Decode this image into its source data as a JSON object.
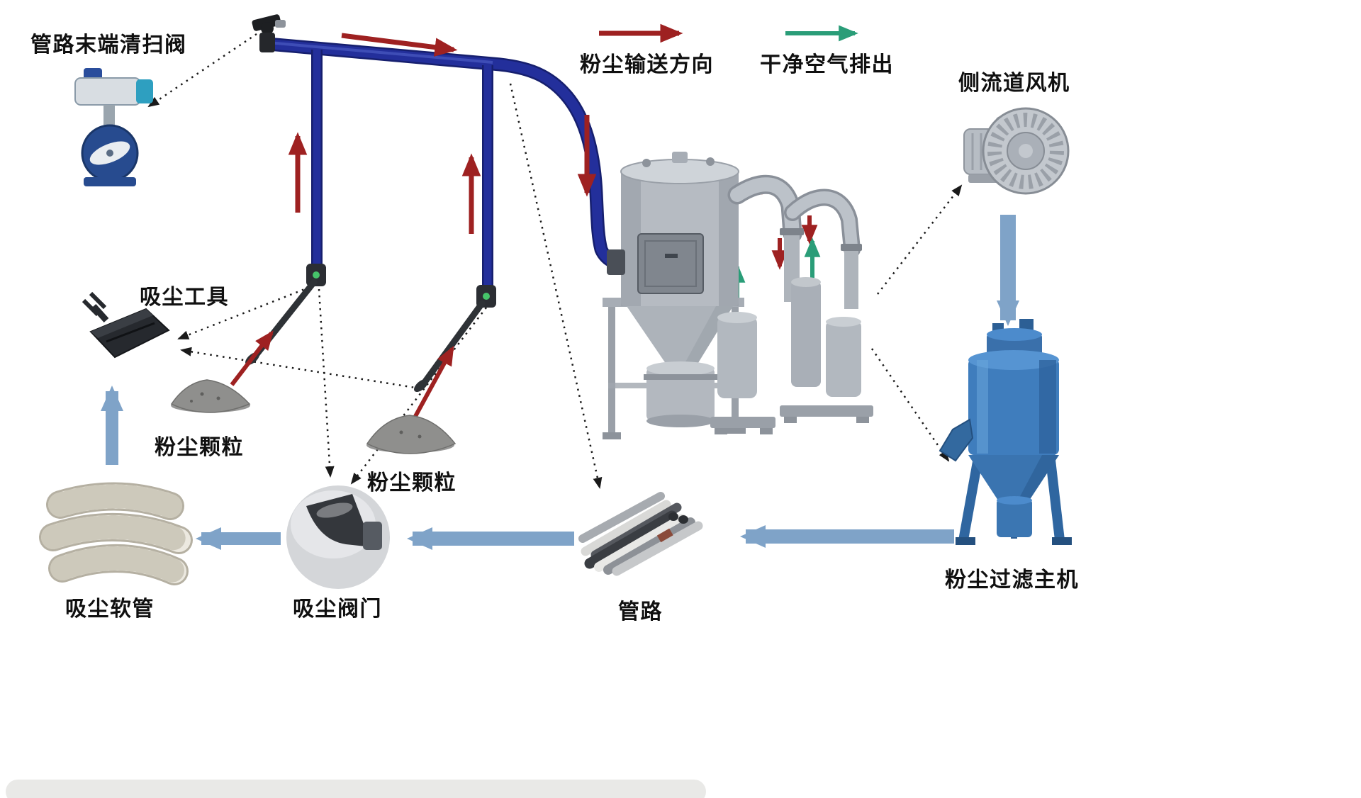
{
  "labels": {
    "pipe_end_cleaning_valve": "管路末端清扫阀",
    "dust_transport_direction": "粉尘输送方向",
    "clean_air_exhaust": "干净空气排出",
    "side_channel_blower": "侧流道风机",
    "vacuum_tool": "吸尘工具",
    "dust_particles_1": "粉尘颗粒",
    "dust_particles_2": "粉尘颗粒",
    "vacuum_hose": "吸尘软管",
    "vacuum_valve": "吸尘阀门",
    "pipeline": "管路",
    "dust_filter_main_unit": "粉尘过滤主机"
  },
  "colors": {
    "dust_arrow_red": "#9e2121",
    "clean_air_green": "#2a9d78",
    "flow_arrow_blue": "#7fa3c8",
    "pipe_navy": "#232f9b",
    "filter_tank_blue": "#3f7dbd",
    "machine_gray": "#b6bbc2"
  }
}
